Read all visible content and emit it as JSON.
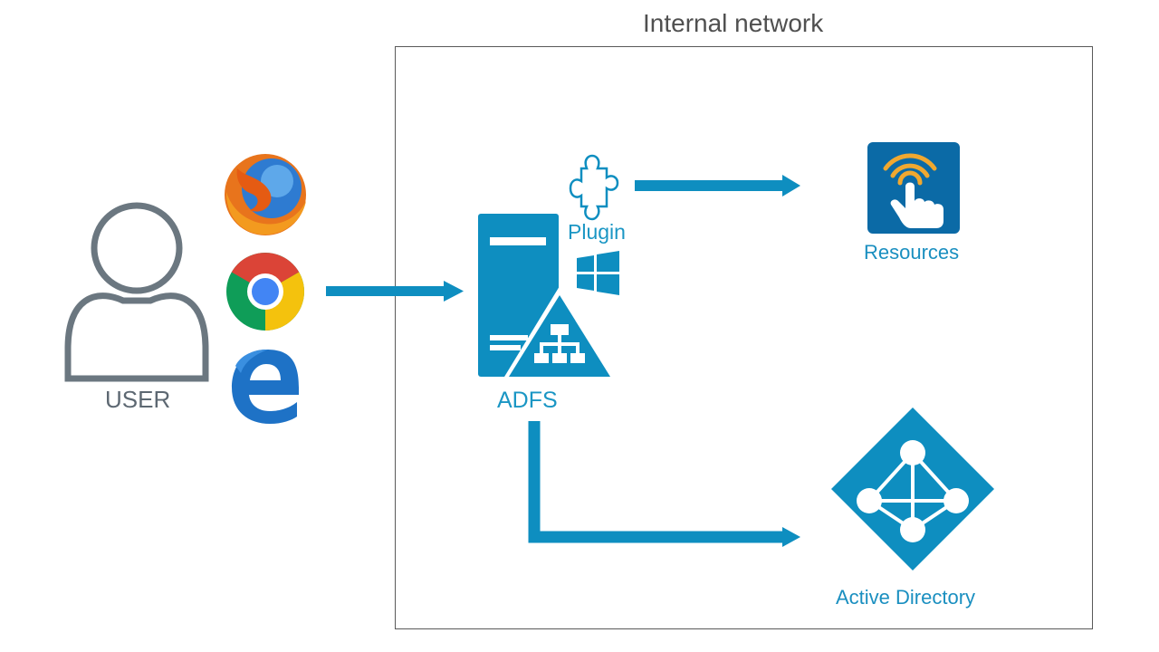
{
  "labels": {
    "internal_network": "Internal network",
    "user": "USER",
    "plugin": "Plugin",
    "adfs": "ADFS",
    "resources": "Resources",
    "active_directory": "Active Directory"
  },
  "colors": {
    "accent": "#0e8ec0",
    "user_gray": "#6b7780",
    "border": "#595959",
    "resources_bg": "#0b6aa6",
    "resources_signal": "#f0a830",
    "firefox_orange": "#e8741c",
    "chrome_red": "#db4437",
    "chrome_green": "#0f9d58",
    "chrome_yellow": "#f4c20d",
    "chrome_blue": "#4285f4",
    "edge_blue": "#1e72c6"
  },
  "icons": [
    "user-icon",
    "firefox-icon",
    "chrome-icon",
    "edge-icon",
    "puzzle-icon",
    "server-icon",
    "windows-icon",
    "hierarchy-icon",
    "touch-signal-icon",
    "active-directory-icon"
  ]
}
